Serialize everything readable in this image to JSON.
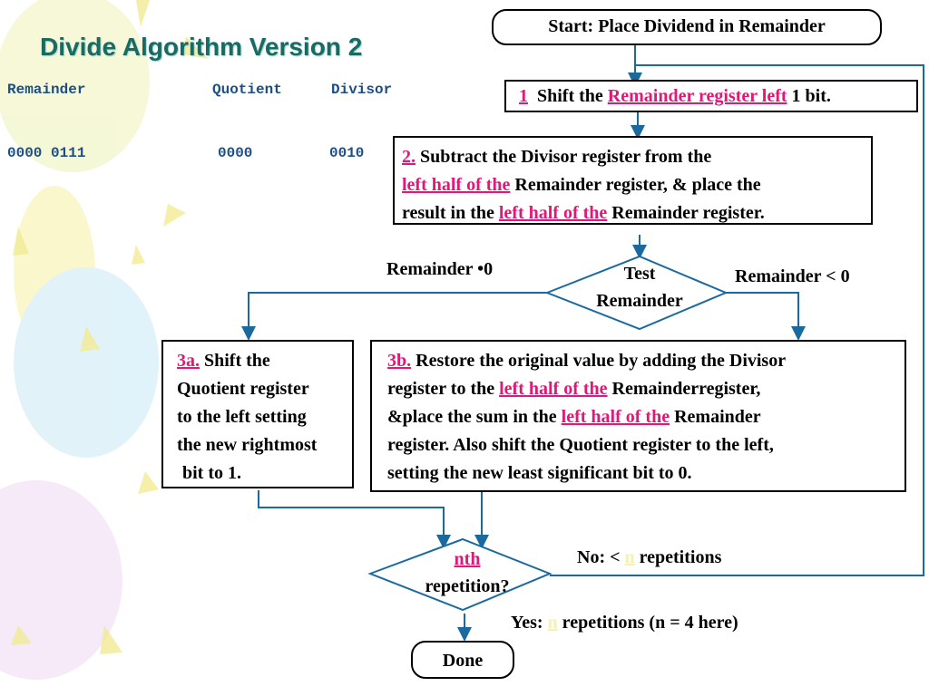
{
  "slide": {
    "title": "Divide Algorithm Version 2"
  },
  "registers": {
    "headers": [
      "Remainder",
      "Quotient",
      "Divisor"
    ],
    "values": [
      "0000 0111",
      "0000",
      "0010"
    ]
  },
  "flowchart": {
    "start": "Start: Place Dividend in Remainder",
    "step1": {
      "num": "1",
      "pre": "Shift the",
      "hl": "Remainder register left",
      "post": "1 bit."
    },
    "step2": {
      "num": "2.",
      "t1": "Subtract the Divisor register from the",
      "hl1": "left half of the",
      "t2": "Remainder register, & place the",
      "t3": "result in the",
      "hl2": "left half of the",
      "t4": "Remainder register."
    },
    "test": {
      "line1": "Test",
      "line2": "Remainder",
      "left_label": "Remainder •0",
      "right_label": "Remainder < 0"
    },
    "step3a": {
      "num": "3a.",
      "t1": "Shift the",
      "t2": "Quotient register",
      "t3": "to the left setting",
      "t4": "the new rightmost",
      "t5": "bit to 1."
    },
    "step3b": {
      "num": "3b.",
      "t1": "Restore the original value by adding the Divisor",
      "t2": "register to the",
      "hl1": "left half of the",
      "t3": "Remainderregister,",
      "t4": "&place the sum in the",
      "hl2": "left half of the",
      "t5": "Remainder",
      "t6": "register. Also shift the Quotient register to the left,",
      "t7": "setting the new least significant bit to 0."
    },
    "repeat": {
      "line1": "nth",
      "line2": "repetition?",
      "no_pre": "No: <",
      "no_n": "n",
      "no_post": "repetitions",
      "yes_pre": "Yes:",
      "yes_n": "n",
      "yes_post": "repetitions (n = 4 here)"
    },
    "done": "Done"
  },
  "colors": {
    "title": "#1a6a64",
    "register_text": "#1d4f86",
    "arrow": "#1a6aa0",
    "highlight": "#e0187a"
  }
}
